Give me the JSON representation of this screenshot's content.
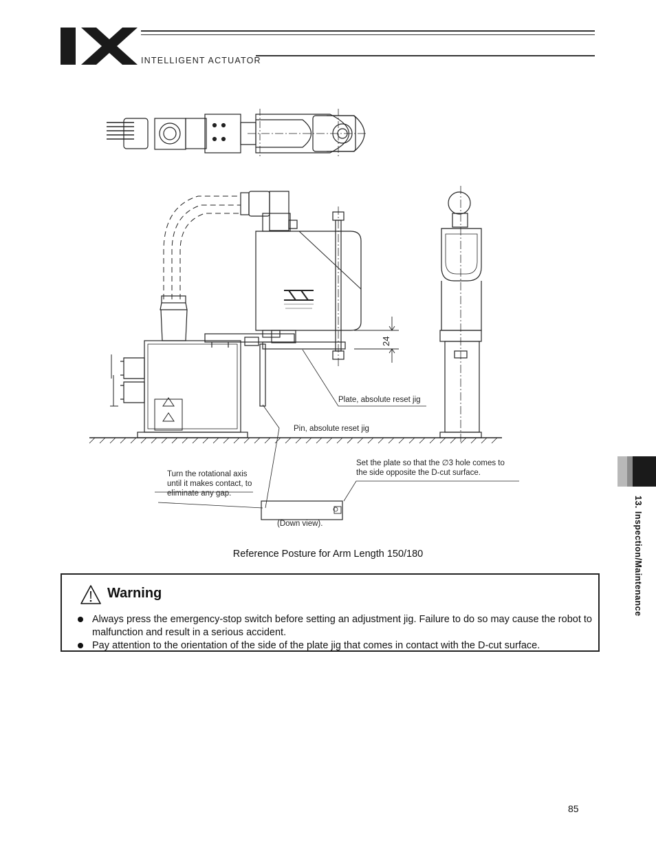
{
  "header": {
    "logo_text": "IX",
    "brand": "INTELLIGENT ACTUATOR"
  },
  "figure": {
    "dimension_24": "24",
    "plate_label": "Plate, absolute reset jig",
    "pin_label": "Pin, absolute reset jig",
    "turn_note": [
      "Turn the rotational axis",
      "until it makes contact, to",
      "eliminate any gap."
    ],
    "plate_note": [
      "Set the plate so that the ∅3 hole comes to",
      "the side opposite the D-cut surface."
    ],
    "down_view": "(Down view).",
    "caption": "Reference Posture for Arm Length 150/180"
  },
  "warning": {
    "title": "Warning",
    "items": [
      "Always press the emergency-stop switch before setting an adjustment jig. Failure to do so may cause the robot to malfunction and result in a serious accident.",
      "Pay attention to the orientation of the side of the plate jig that comes in contact with the D-cut surface."
    ]
  },
  "side_tab": {
    "label": "13. Inspection/Maintenance"
  },
  "footer": {
    "page_number": "85"
  }
}
